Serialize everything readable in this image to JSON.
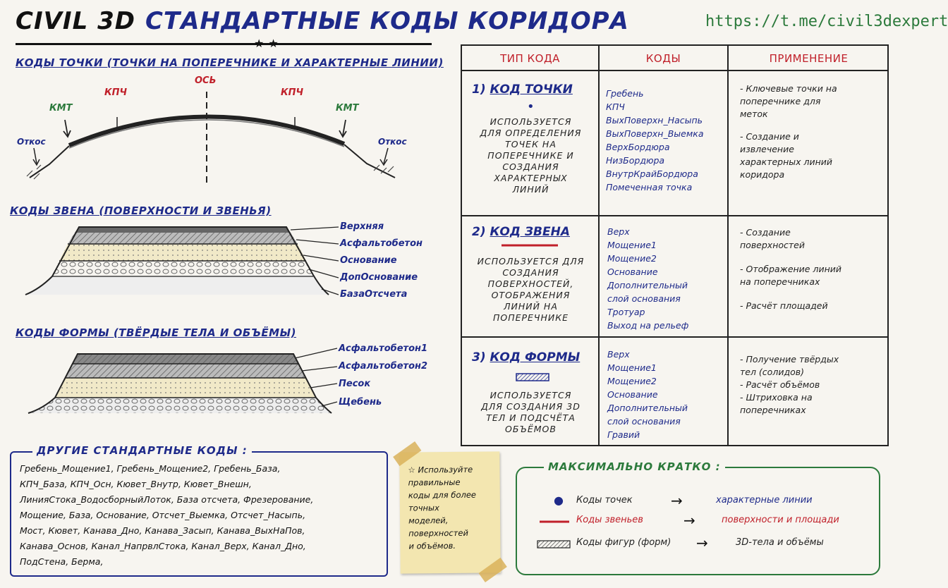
{
  "header": {
    "title_part1": "CIVIL 3D",
    "title_part2": "СТАНДАРТНЫЕ КОДЫ КОРИДОРА",
    "stars": "★★",
    "url": "https://t.me/civil3dexpert"
  },
  "points_section": {
    "heading": "КОДЫ ТОЧКИ (ТОЧКИ НА ПОПЕРЕЧНИКЕ И ХАРАКТЕРНЫЕ ЛИНИИ)",
    "labels": {
      "axis": "ОСЬ",
      "kpch_left": "КПЧ",
      "kpch_right": "КПЧ",
      "kmt_left": "КМТ",
      "kmt_right": "КМТ",
      "slope_left": "Откос",
      "slope_right": "Откос"
    }
  },
  "links_section": {
    "heading": "КОДЫ ЗВЕНА (ПОВЕРХНОСТИ И ЗВЕНЬЯ)",
    "labels": [
      "Верхняя",
      "Асфальтобетон",
      "Основание",
      "ДопОснование",
      "БазаОтсчета"
    ]
  },
  "shapes_section": {
    "heading": "КОДЫ ФОРМЫ (ТВЁРДЫЕ ТЕЛА И ОБЪЁМЫ)",
    "labels": [
      "Асфальтобетон1",
      "Асфальтобетон2",
      "Песок",
      "Щебень"
    ]
  },
  "table": {
    "headers": [
      "ТИП КОДА",
      "КОДЫ",
      "ПРИМЕНЕНИЕ"
    ],
    "rows": [
      {
        "num": "1)",
        "title": "КОД ТОЧКИ",
        "symbol": "•",
        "desc": [
          "ИСПОЛЬЗУЕТСЯ",
          "ДЛЯ ОПРЕДЕЛЕНИЯ",
          "ТОЧЕК НА",
          "ПОПЕРЕЧНИКЕ И",
          "СОЗДАНИЯ",
          "ХАРАКТЕРНЫХ",
          "ЛИНИЙ"
        ],
        "codes": [
          "Гребень",
          "КПЧ",
          "ВыхПоверхн_Насыпь",
          "ВыхПоверхн_Выемка",
          "ВерхБордюра",
          "НизБордюра",
          "ВнутрКрайБордюра",
          "Помеченная точка"
        ],
        "usage": [
          "- Ключевые точки на",
          "поперечнике для",
          "меток",
          "",
          "- Создание и",
          "извлечение",
          "характерных линий",
          "коридора"
        ]
      },
      {
        "num": "2)",
        "title": "КОД ЗВЕНА",
        "desc": [
          "ИСПОЛЬЗУЕТСЯ ДЛЯ",
          "СОЗДАНИЯ",
          "ПОВЕРХНОСТЕЙ,",
          "ОТОБРАЖЕНИЯ",
          "ЛИНИЙ НА",
          "ПОПЕРЕЧНИКЕ"
        ],
        "codes": [
          "Верх",
          "Мощение1",
          "Мощение2",
          "Основание",
          "Дополнительный",
          "слой основания",
          "Тротуар",
          "Выход на рельеф"
        ],
        "usage": [
          "- Создание",
          "поверхностей",
          "",
          "- Отображение линий",
          "на поперечниках",
          "",
          "- Расчёт площадей"
        ]
      },
      {
        "num": "3)",
        "title": "КОД ФОРМЫ",
        "desc": [
          "ИСПОЛЬЗУЕТСЯ",
          "ДЛЯ СОЗДАНИЯ 3D",
          "ТЕЛ И ПОДСЧЁТА",
          "ОБЪЁМОВ"
        ],
        "codes": [
          "Верх",
          "Мощение1",
          "Мощение2",
          "Основание",
          "Дополнительный",
          "слой основания",
          "Гравий"
        ],
        "usage": [
          "- Получение твёрдых",
          "тел (солидов)",
          "- Расчёт объёмов",
          "- Штриховка на",
          "поперечниках"
        ]
      }
    ]
  },
  "other_codes": {
    "title": "ДРУГИЕ СТАНДАРТНЫЕ КОДЫ :",
    "lines": [
      "Гребень_Мощение1, Гребень_Мощение2, Гребень_База,",
      "КПЧ_База, КПЧ_Осн, Кювет_Внутр, Кювет_Внешн,",
      "ЛинияСтока_ВодосборныйЛоток, База отсчета, Фрезерование,",
      "Мощение, База, Основание, Отсчет_Выемка, Отсчет_Насыпь,",
      "Мост, Кювет, Канава_Дно, Канава_Засып, Канава_ВыхНаПов,",
      "Канава_Основ, Канал_НапрвлСтока, Канал_Верх, Канал_Дно,",
      "ПодСтена, Берма,"
    ]
  },
  "note": {
    "text": [
      "☆ Используйте",
      "правильные",
      "коды для более",
      "точных",
      "моделей,",
      "поверхностей",
      "и объёмов."
    ]
  },
  "brief": {
    "title": "МАКСИМАЛЬНО КРАТКО :",
    "rows": [
      {
        "left": "Коды точек",
        "arrow": "→",
        "right": "характерные линии"
      },
      {
        "left": "Коды звеньев",
        "arrow": "→",
        "right": "поверхности и площади"
      },
      {
        "left": "Коды фигур (форм)",
        "arrow": "→",
        "right": "3D-тела и объёмы"
      }
    ]
  },
  "colors": {
    "blue": "#1e2a8a",
    "red": "#c0202a",
    "green": "#2c7a3c"
  }
}
